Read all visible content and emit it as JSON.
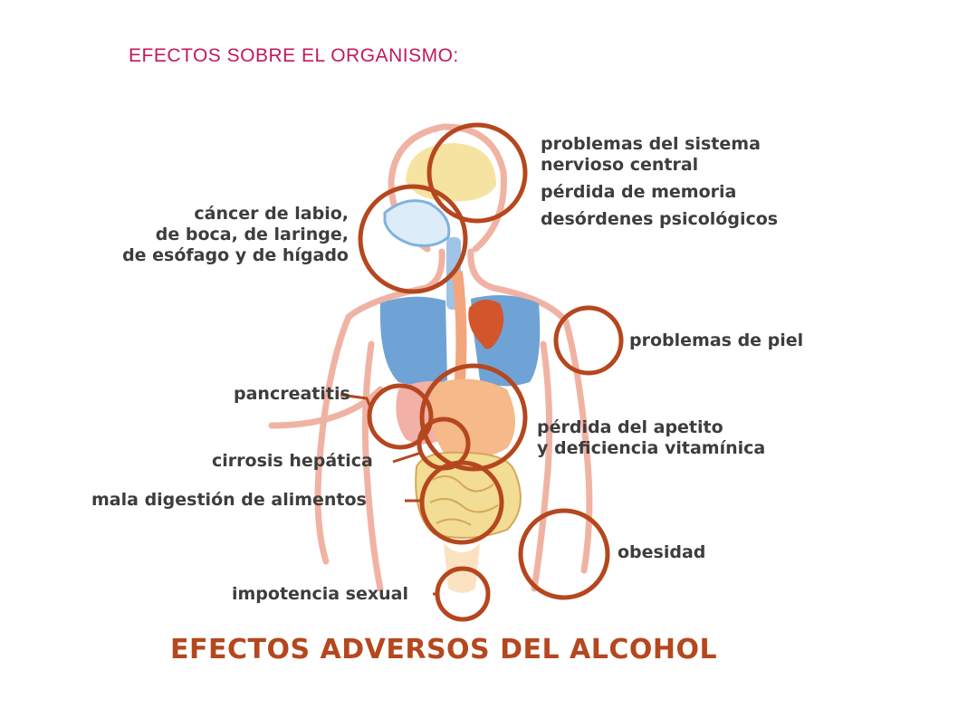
{
  "heading": "EFECTOS SOBRE EL ORGANISMO:",
  "footer_title": "EFECTOS ADVERSOS DEL ALCOHOL",
  "labels": {
    "nervous_system": [
      "problemas del sistema",
      "nervioso central"
    ],
    "memory_loss": "pérdida de memoria",
    "psych_disorders": "desórdenes psicológicos",
    "cancer": [
      "cáncer de labio,",
      "de boca, de laringe,",
      "de esófago y de hígado"
    ],
    "skin": "problemas de piel",
    "pancreatitis": "pancreatitis",
    "appetite": [
      "pérdida del apetito",
      "y deficiencia vitamínica"
    ],
    "cirrhosis": "cirrosis hepática",
    "digestion": "mala digestión de alimentos",
    "obesity": "obesidad",
    "impotence": "impotencia sexual"
  },
  "colors": {
    "heading": "#c2185b",
    "footer": "#b5471e",
    "circle": "#b5471e",
    "label": "#3d3d3d",
    "body_outline": "#f0b3a3",
    "lungs": "#6fa3d6",
    "heart": "#d2552b",
    "brain": "#f7e3a1",
    "stomach": "#f5b98a",
    "intestine": "#f3dc94"
  }
}
